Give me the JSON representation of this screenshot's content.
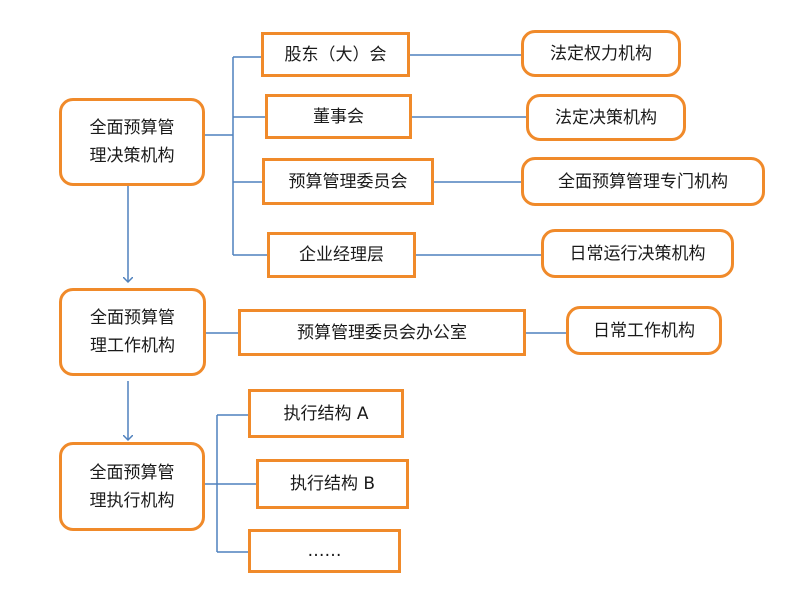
{
  "colors": {
    "box_border": "#f08a2a",
    "connector": "#4f81bd",
    "background": "#ffffff"
  },
  "groups": [
    {
      "title": "全面预算管\n理决策机构",
      "items": [
        {
          "label": "股东（大）会",
          "role": "法定权力机构"
        },
        {
          "label": "董事会",
          "role": "法定决策机构"
        },
        {
          "label": "预算管理委员会",
          "role": "全面预算管理专门机构"
        },
        {
          "label": "企业经理层",
          "role": "日常运行决策机构"
        }
      ]
    },
    {
      "title": "全面预算管\n理工作机构",
      "items": [
        {
          "label": "预算管理委员会办公室",
          "role": "日常工作机构"
        }
      ]
    },
    {
      "title": "全面预算管\n理执行机构",
      "items": [
        {
          "label": "执行结构 A"
        },
        {
          "label": "执行结构 B"
        },
        {
          "label": "……"
        }
      ]
    }
  ]
}
